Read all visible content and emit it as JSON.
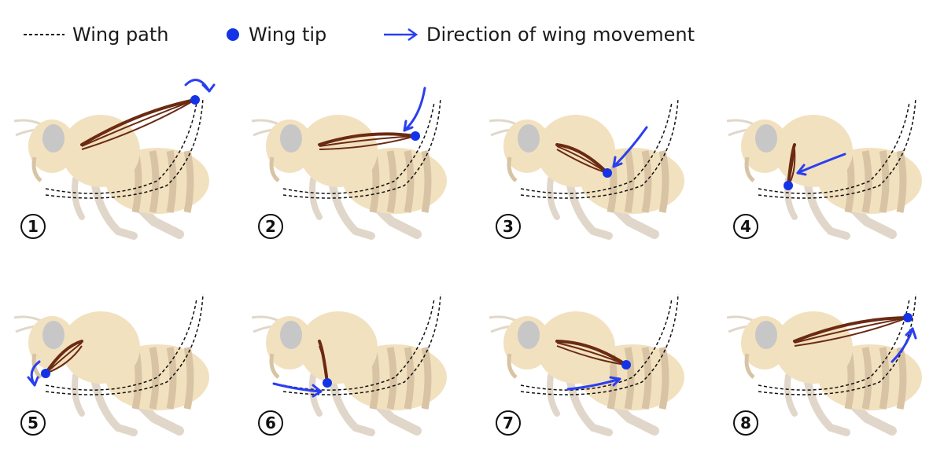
{
  "legend": {
    "wing_path": "Wing path",
    "wing_tip": "Wing tip",
    "direction": "Direction of wing movement"
  },
  "colors": {
    "path": "#111111",
    "tip": "#1533e6",
    "arrow": "#2a3ff0",
    "wing_vein": "#6b2a12",
    "body": "#e8c98c",
    "stripe": "#b9955a",
    "eye": "#9a9a9a",
    "legs": "#c8b8a0"
  },
  "icons": [
    "bee-icon",
    "wing-tip-dot-icon",
    "direction-arrow-icon",
    "dashed-line-icon"
  ],
  "steps": [
    {
      "label": "1"
    },
    {
      "label": "2"
    },
    {
      "label": "3"
    },
    {
      "label": "4"
    },
    {
      "label": "5"
    },
    {
      "label": "6"
    },
    {
      "label": "7"
    },
    {
      "label": "8"
    }
  ]
}
